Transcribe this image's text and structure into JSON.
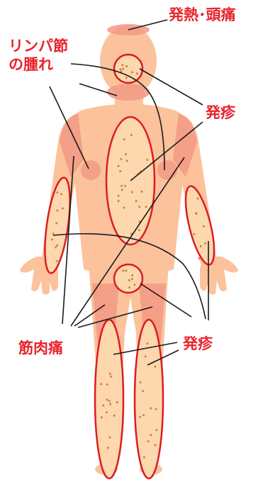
{
  "labels": {
    "fever_headache": "発熱･頭痛",
    "lymph_line1": "リンパ節",
    "lymph_line2": "の腫れ",
    "rash_upper": "発疹",
    "muscle_pain": "筋肉痛",
    "rash_lower": "発疹"
  },
  "colors": {
    "label_red": "#e8232b",
    "outline_red": "#dd1c22",
    "skin": "#fbc29c",
    "inflamed": "#f39985",
    "rash_fill": "#fdd7ad",
    "dot": "#c9833f",
    "leader_line": "#1a1a1a"
  }
}
